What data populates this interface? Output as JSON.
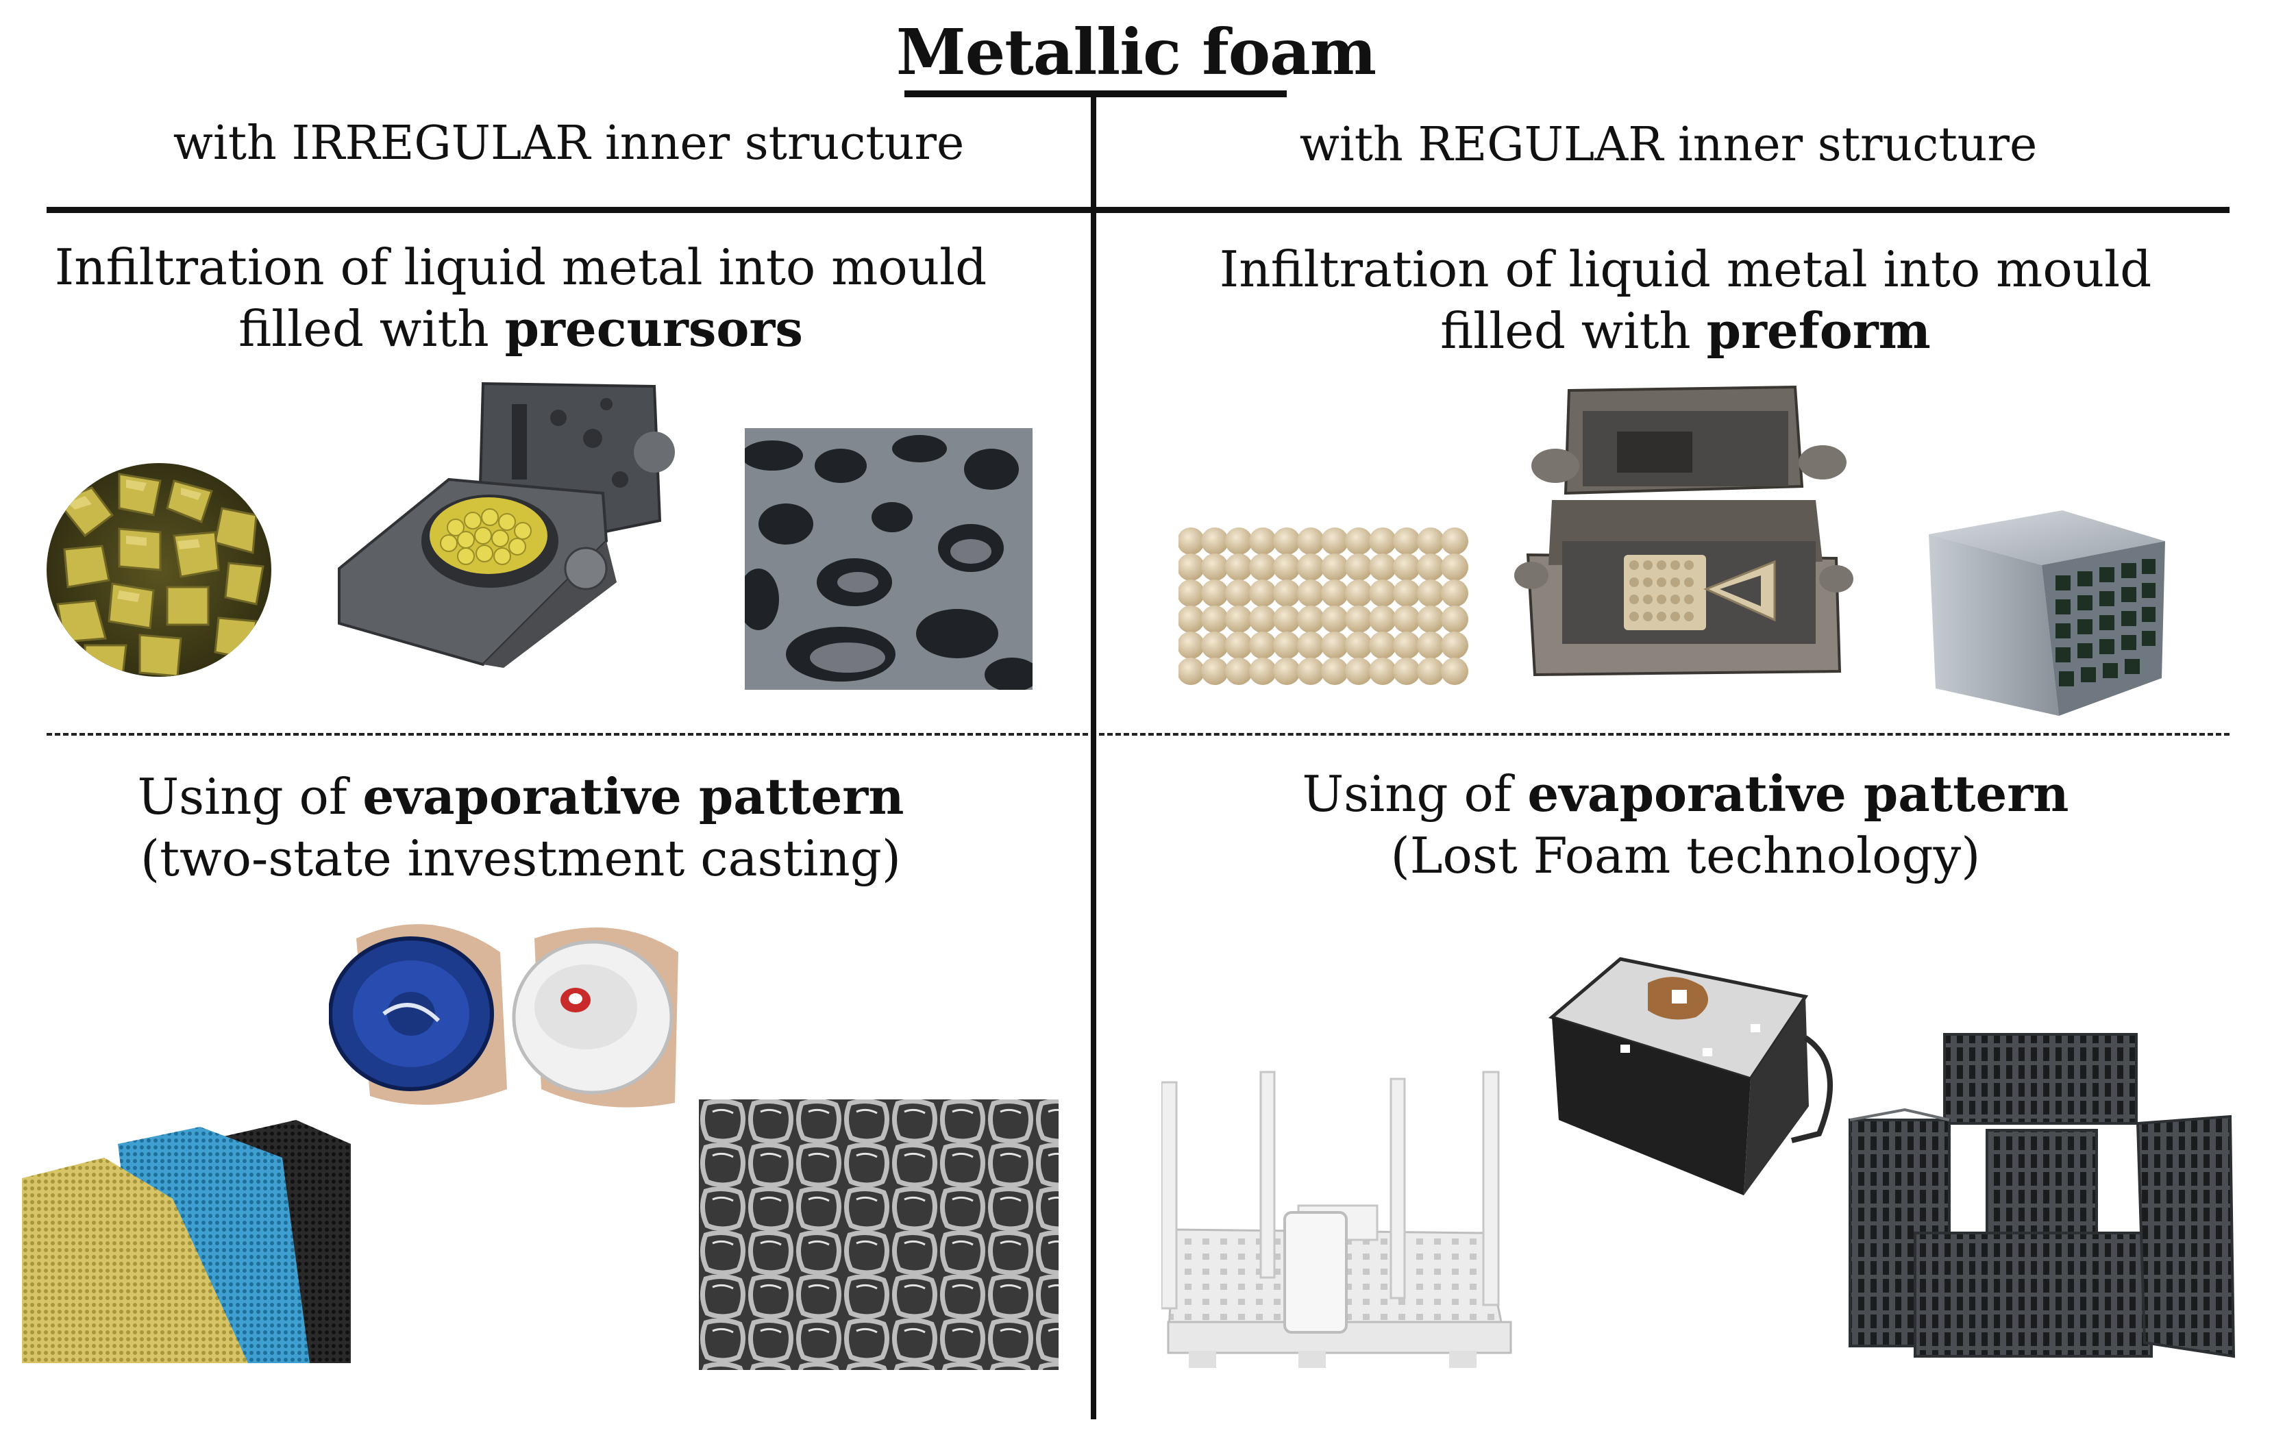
{
  "title": "Metallic foam",
  "columns": {
    "left": {
      "heading": "with IRREGULAR inner structure",
      "top_section": {
        "line1": "Infiltration of liquid metal into mould",
        "line2_prefix": "filled with ",
        "line2_bold": "precursors"
      },
      "bottom_section": {
        "line1_prefix": "Using of ",
        "line1_bold": "evaporative pattern",
        "line2": "(two-state investment casting)"
      }
    },
    "right": {
      "heading": "with REGULAR inner structure",
      "top_section": {
        "line1": "Infiltration of liquid metal into mould",
        "line2_prefix": "filled with ",
        "line2_bold": "preform"
      },
      "bottom_section": {
        "line1_prefix": "Using of ",
        "line1_bold": "evaporative pattern",
        "line2": "(Lost Foam technology)"
      }
    }
  },
  "colors": {
    "line": "#111111",
    "precursor_yellow": "#c9b84a",
    "mould_gray": "#5d6064",
    "preform_beige": "#e2d2b4",
    "sponge_yellow": "#d6c466",
    "sponge_blue": "#3f9fd0",
    "sponge_black": "#2a2a2a",
    "foam_metal": "#9a9a9a",
    "white_pattern": "#ececec"
  }
}
